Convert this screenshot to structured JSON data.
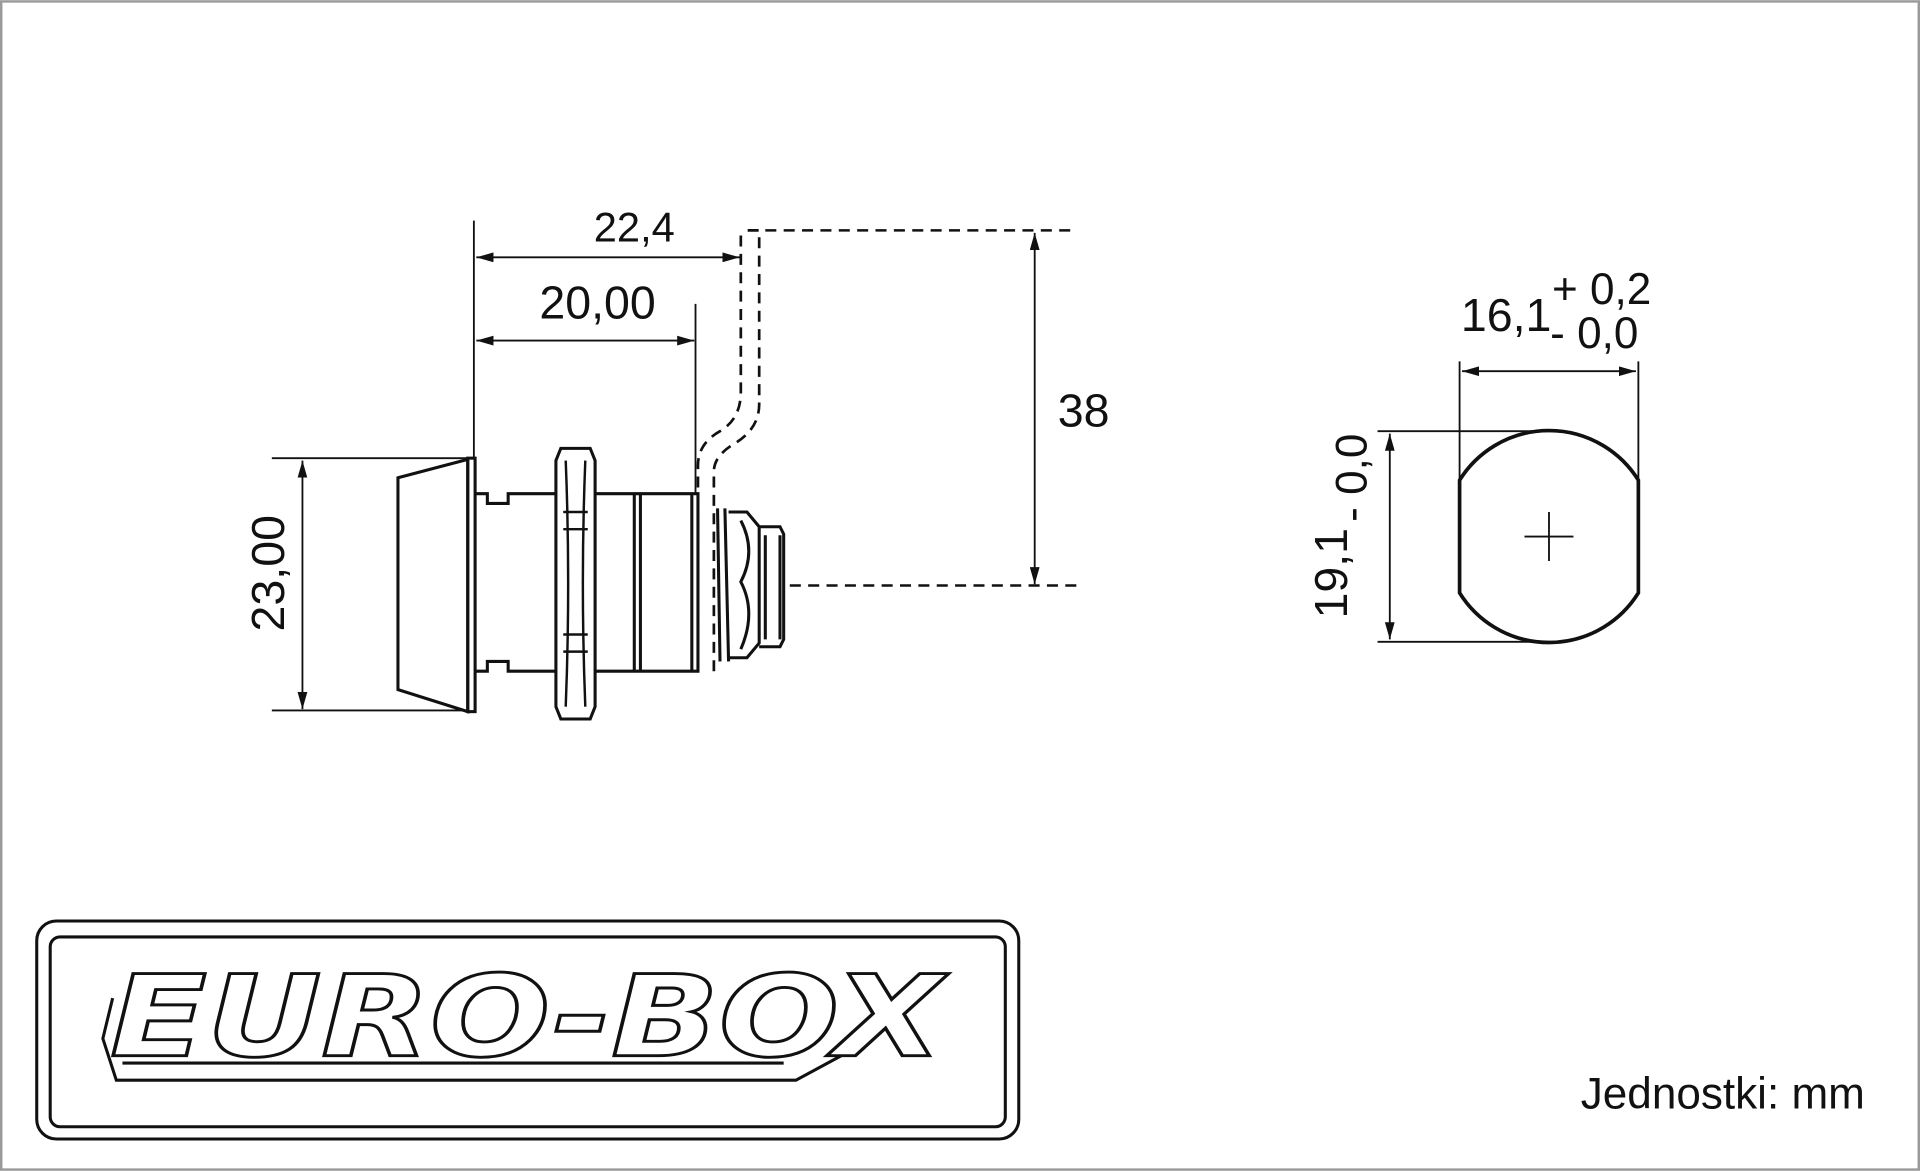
{
  "drawing": {
    "dimensions": {
      "length_total": "22,4",
      "length_body": "20,00",
      "height_knob": "23,00",
      "cam_length": "38",
      "cam_width": "16,1",
      "cam_width_tol_plus": "+ 0,2",
      "cam_width_tol_minus": "- 0,0",
      "cam_height": "19,1",
      "cam_height_tol": "- 0,0"
    },
    "units_label": "Jednostki: mm",
    "logo_text": "EURO-BOX"
  },
  "colors": {
    "line": "#111111",
    "border": "#9a9a9a",
    "background": "#ffffff"
  }
}
